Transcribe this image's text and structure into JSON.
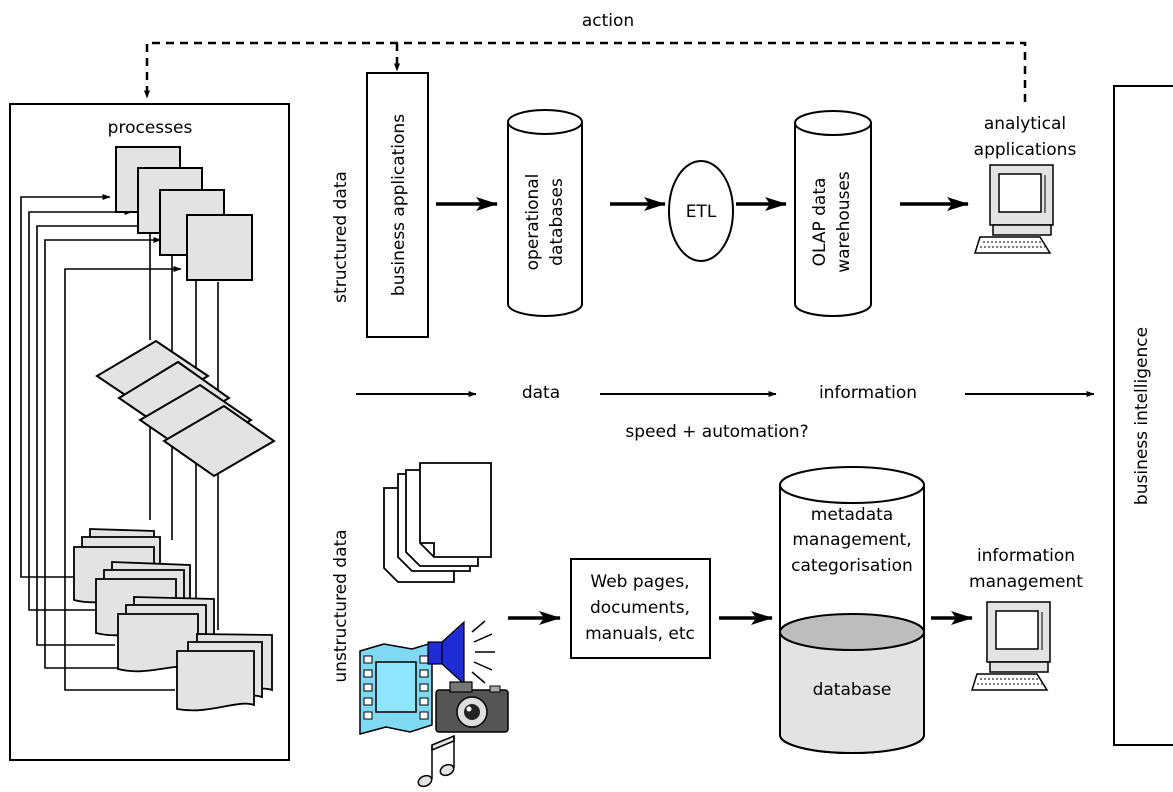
{
  "labels": {
    "action": "action",
    "processes": "processes",
    "structured_data": "structured data",
    "unstructured_data": "unstructured data",
    "business_applications": "business applications",
    "operational_databases_line1": "operational",
    "operational_databases_line2": "databases",
    "etl": "ETL",
    "olap_line1": "OLAP data",
    "olap_line2": "warehouses",
    "analytical_line1": "analytical",
    "analytical_line2": "applications",
    "data": "data",
    "information": "information",
    "speed": "speed + automation?",
    "business_intelligence": "business intelligence",
    "web_line1": "Web pages,",
    "web_line2": "documents,",
    "web_line3": "manuals, etc",
    "metadata_line1": "metadata",
    "metadata_line2": "management,",
    "metadata_line3": "categorisation",
    "database": "database",
    "info_mgmt_line1": "information",
    "info_mgmt_line2": "management"
  },
  "icons": {
    "computer": "computer-icon",
    "document_stack": "document-stack-icon",
    "film": "film-strip-icon",
    "speaker": "speaker-icon",
    "camera": "camera-icon",
    "music": "music-note-icon"
  },
  "colors": {
    "shape_fill": "#e3e3e3",
    "database_lid": "#bdbdbd",
    "speaker": "#1f2bd6",
    "film": "#7fd9f2"
  }
}
